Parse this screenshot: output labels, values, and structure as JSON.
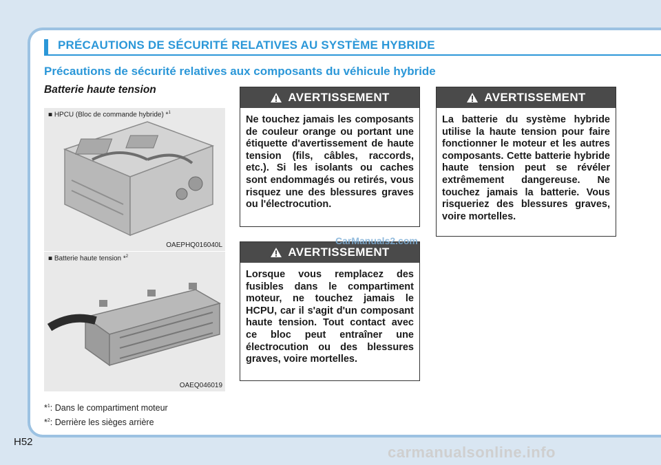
{
  "header": {
    "title": "PRÉCAUTIONS DE SÉCURITÉ RELATIVES AU SYSTÈME HYBRIDE"
  },
  "subtitle": "Précautions de sécurité relatives aux composants du véhicule hybride",
  "section": {
    "heading": "Batterie haute tension"
  },
  "figures": [
    {
      "caption": "■ HPCU (Bloc de commande hybride) *",
      "caption_sup": "1",
      "code": "OAEPHQ016040L",
      "icon": "hpcu-unit-illustration"
    },
    {
      "caption": "■ Batterie haute tension *",
      "caption_sup": "2",
      "code": "OAEQ046019",
      "icon": "battery-pack-illustration"
    }
  ],
  "footnotes": [
    {
      "mark": "*",
      "sup": "1",
      "text": ": Dans le compartiment moteur"
    },
    {
      "mark": "*",
      "sup": "2",
      "text": ": Derrière les sièges arrière"
    }
  ],
  "warnings": [
    {
      "label": "AVERTISSEMENT",
      "icon": "warning-triangle-icon",
      "text": "Ne touchez jamais les composants de couleur orange ou portant une étiquette d'avertissement de haute tension (fils, câbles, raccords, etc.). Si les isolants ou caches sont endommagés ou retirés, vous risquez une des blessures graves ou l'électrocution."
    },
    {
      "label": "AVERTISSEMENT",
      "icon": "warning-triangle-icon",
      "text": "Lorsque vous remplacez des fusibles dans le compartiment moteur, ne touchez jamais le HCPU, car il s'agit d'un composant haute tension. Tout contact avec ce bloc peut entraîner une électrocution ou des blessures graves, voire mortelles."
    },
    {
      "label": "AVERTISSEMENT",
      "icon": "warning-triangle-icon",
      "text": "La batterie du système hybride utilise la haute tension pour faire fonctionner le moteur et les autres composants. Cette batterie hybride haute tension peut se révéler extrêmement dangereuse. Ne touchez jamais la batterie. Vous risqueriez des blessures graves, voire mortelles."
    }
  ],
  "watermark": "CarManuals2.com",
  "page_number": "H52",
  "site_watermark": "carmanualsonline.info",
  "colors": {
    "accent": "#2b97d8",
    "panel_border": "#9cc2e2",
    "warning_header": "#4a4a4a"
  }
}
